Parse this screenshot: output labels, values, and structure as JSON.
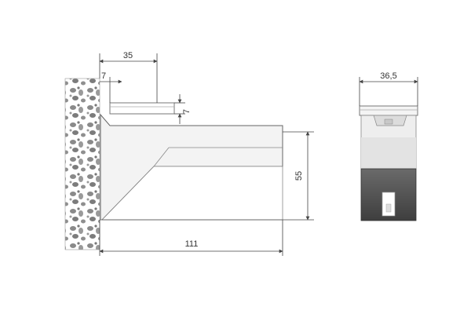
{
  "dimensions": {
    "overall_depth": "35",
    "glass_gap_offset": "7",
    "glass_thickness": "7",
    "total_length": "111",
    "height": "55",
    "front_width": "36,5"
  },
  "colors": {
    "line": "#555555",
    "dim_line": "#444444",
    "body_light": "#f2f2f2",
    "body_mid": "#e6e6e6",
    "cap_dark": "#4a4a4a",
    "wall_stone": "#8e8e8e"
  }
}
